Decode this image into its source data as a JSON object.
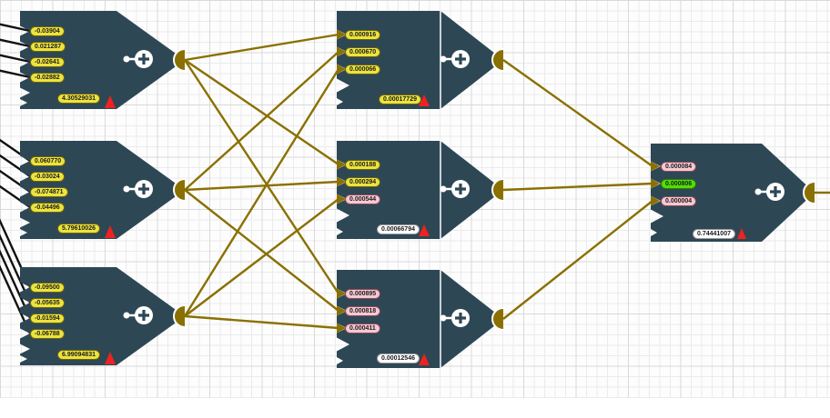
{
  "colors": {
    "neuron_body": "#2e4755",
    "wire_accent": "#8a7000",
    "input_wire": "#111111",
    "pill_yellow": "#ece33e",
    "pill_pink": "#f5c9d2",
    "pill_green": "#52df05",
    "pill_white": "#ffffff",
    "error_marker": "#ee2222",
    "grid_minor": "#ebebeb",
    "grid_major": "#d9d9d9"
  },
  "neurons": [
    {
      "id": "input-neuron-1",
      "inputs": [
        {
          "value": "-0.03904",
          "color": "yellow"
        },
        {
          "value": "0.021287",
          "color": "yellow"
        },
        {
          "value": "-0.02641",
          "color": "yellow"
        },
        {
          "value": "-0.02882",
          "color": "yellow"
        }
      ],
      "bias": {
        "value": "4.30529031",
        "color": "yellow"
      }
    },
    {
      "id": "input-neuron-2",
      "inputs": [
        {
          "value": "0.060770",
          "color": "yellow"
        },
        {
          "value": "-0.03024",
          "color": "yellow"
        },
        {
          "value": "-0.074871",
          "color": "yellow"
        },
        {
          "value": "-0.04496",
          "color": "yellow"
        }
      ],
      "bias": {
        "value": "5.79610026",
        "color": "yellow"
      }
    },
    {
      "id": "input-neuron-3",
      "inputs": [
        {
          "value": "-0.09500",
          "color": "yellow"
        },
        {
          "value": "-0.05635",
          "color": "yellow"
        },
        {
          "value": "-0.01594",
          "color": "yellow"
        },
        {
          "value": "-0.06788",
          "color": "yellow"
        }
      ],
      "bias": {
        "value": "6.99094831",
        "color": "yellow"
      }
    },
    {
      "id": "hidden-neuron-1",
      "inputs": [
        {
          "value": "0.000916",
          "color": "yellow"
        },
        {
          "value": "0.000670",
          "color": "yellow"
        },
        {
          "value": "0.000066",
          "color": "yellow"
        }
      ],
      "bias": {
        "value": "0.00017729",
        "color": "yellow"
      }
    },
    {
      "id": "hidden-neuron-2",
      "inputs": [
        {
          "value": "0.000188",
          "color": "yellow"
        },
        {
          "value": "0.000294",
          "color": "yellow"
        },
        {
          "value": "0.000544",
          "color": "pink"
        }
      ],
      "bias": {
        "value": "0.00066794",
        "color": "white"
      }
    },
    {
      "id": "hidden-neuron-3",
      "inputs": [
        {
          "value": "0.000895",
          "color": "pink"
        },
        {
          "value": "0.000818",
          "color": "pink"
        },
        {
          "value": "0.000411",
          "color": "pink"
        }
      ],
      "bias": {
        "value": "0.00012546",
        "color": "white"
      }
    },
    {
      "id": "output-neuron",
      "inputs": [
        {
          "value": "0.000084",
          "color": "pink"
        },
        {
          "value": "0.000806",
          "color": "green"
        },
        {
          "value": "0.000004",
          "color": "pink"
        }
      ],
      "bias": {
        "value": "0.74441007",
        "color": "white"
      }
    }
  ],
  "connections": [
    {
      "from": "input-neuron-1",
      "to": "hidden-neuron-1"
    },
    {
      "from": "input-neuron-1",
      "to": "hidden-neuron-2"
    },
    {
      "from": "input-neuron-1",
      "to": "hidden-neuron-3"
    },
    {
      "from": "input-neuron-2",
      "to": "hidden-neuron-1"
    },
    {
      "from": "input-neuron-2",
      "to": "hidden-neuron-2"
    },
    {
      "from": "input-neuron-2",
      "to": "hidden-neuron-3"
    },
    {
      "from": "input-neuron-3",
      "to": "hidden-neuron-1"
    },
    {
      "from": "input-neuron-3",
      "to": "hidden-neuron-2"
    },
    {
      "from": "input-neuron-3",
      "to": "hidden-neuron-3"
    },
    {
      "from": "hidden-neuron-1",
      "to": "output-neuron"
    },
    {
      "from": "hidden-neuron-2",
      "to": "output-neuron"
    },
    {
      "from": "hidden-neuron-3",
      "to": "output-neuron"
    }
  ]
}
